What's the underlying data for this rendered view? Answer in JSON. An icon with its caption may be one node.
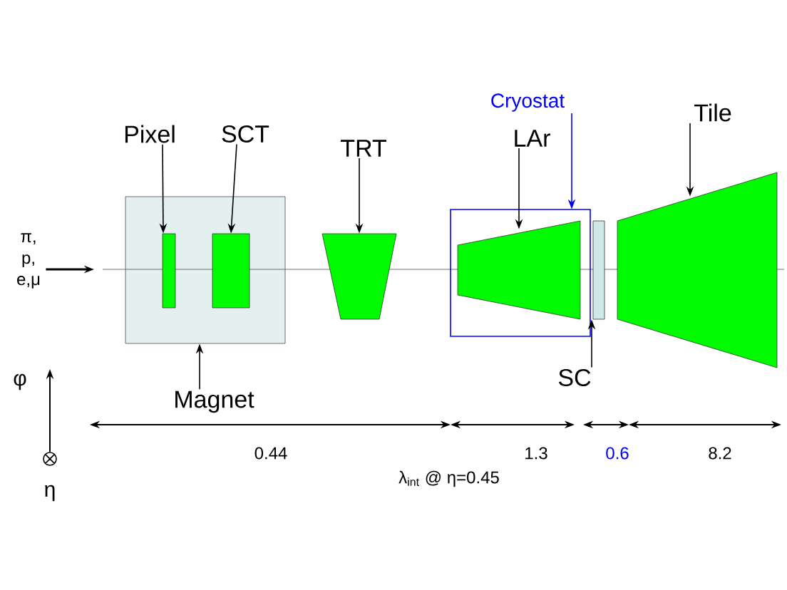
{
  "diagram": {
    "nodes": [
      {
        "text": [
          "Pixel"
        ]
      },
      {
        "text": [
          "SCT"
        ]
      },
      {
        "text": [
          "TRT"
        ]
      },
      {
        "text": [
          "LAr"
        ]
      },
      {
        "text": [
          "Cryostat"
        ]
      },
      {
        "text": [
          "Tile"
        ]
      },
      {
        "text": [
          "Magnet"
        ]
      },
      {
        "text": [
          "SC"
        ]
      },
      {
        "text": [
          "π, p, e,μ"
        ]
      },
      {
        "text": [],
        "shape": "box"
      },
      {
        "text": [],
        "shape": "bar",
        "in": 9
      },
      {
        "text": [],
        "shape": "box",
        "in": 9
      },
      {
        "text": [],
        "shape": "trapezoid"
      },
      {
        "text": [],
        "shape": "box"
      },
      {
        "text": [],
        "shape": "trapezoid",
        "in": 13
      },
      {
        "text": [],
        "shape": "bar"
      },
      {
        "text": [],
        "shape": "trapezoid"
      }
    ],
    "edges": [
      {
        "from": 0,
        "to": 10,
        "arrow": "to"
      },
      {
        "from": 1,
        "to": 11,
        "arrow": "to"
      },
      {
        "from": 2,
        "to": 12,
        "arrow": "to"
      },
      {
        "from": 3,
        "to": 14,
        "arrow": "to"
      },
      {
        "from": 4,
        "to": 13,
        "arrow": "to",
        "color": "#0000ff"
      },
      {
        "from": 5,
        "to": 16,
        "arrow": "to"
      },
      {
        "from": 6,
        "to": 9,
        "arrow": "to"
      },
      {
        "from": 7,
        "to": 15,
        "arrow": "to"
      },
      {
        "from": 8,
        "to": null,
        "arrow": "to"
      }
    ],
    "labels": [
      "0.44",
      "1.3",
      "0.6",
      "8.2",
      "λ$_{int}$ @ η=0.45",
      "φ",
      "η"
    ]
  }
}
